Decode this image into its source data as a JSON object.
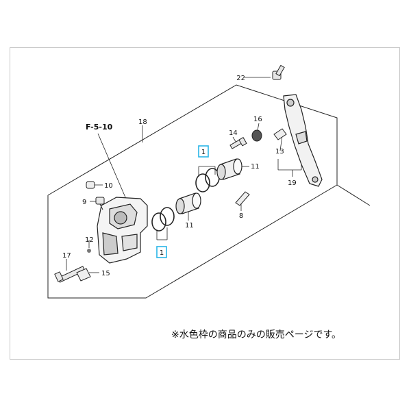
{
  "diagram": {
    "ref_label": "F-5-10",
    "part_numbers": {
      "p1_top": "1",
      "p1_bottom": "1",
      "p8": "8",
      "p9": "9",
      "p10": "10",
      "p11_top": "11",
      "p11_bottom": "11",
      "p12": "12",
      "p13": "13",
      "p14": "14",
      "p15": "15",
      "p16": "16",
      "p17": "17",
      "p18": "18",
      "p19": "19",
      "p22": "22"
    },
    "highlight_color": "#29b6e8"
  },
  "footer": {
    "note": "※水色枠の商品のみの販売ページです。"
  }
}
